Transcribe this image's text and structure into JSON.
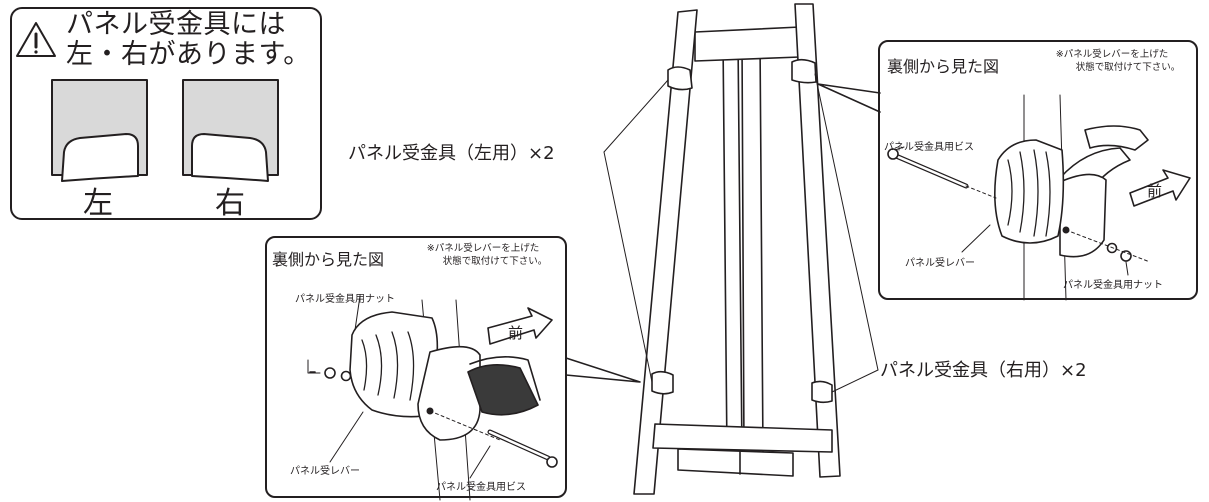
{
  "notice": {
    "line1": "パネル受金具には",
    "line2": "左・右があります。",
    "left_label": "左",
    "right_label": "右"
  },
  "callout_left": {
    "title": "裏側から見た図",
    "note_line1": "※パネル受レバーを上げた",
    "note_line2": "状態で取付けて下さい。",
    "label_nut": "パネル受金具用ナット",
    "label_lever": "パネル受レバー",
    "label_screw": "パネル受金具用ビス",
    "front_label": "前"
  },
  "callout_right": {
    "title": "裏側から見た図",
    "note_line1": "※パネル受レバーを上げた",
    "note_line2": "状態で取付けて下さい。",
    "label_screw": "パネル受金具用ビス",
    "label_lever": "パネル受レバー",
    "label_nut": "パネル受金具用ナット",
    "front_label": "前"
  },
  "part_left_label": "パネル受金具（左用）×2",
  "part_right_label": "パネル受金具（右用）×2",
  "colors": {
    "line": "#231f20",
    "panel_gray": "#d9d9d9",
    "dark_fill": "#3a3a3a"
  }
}
